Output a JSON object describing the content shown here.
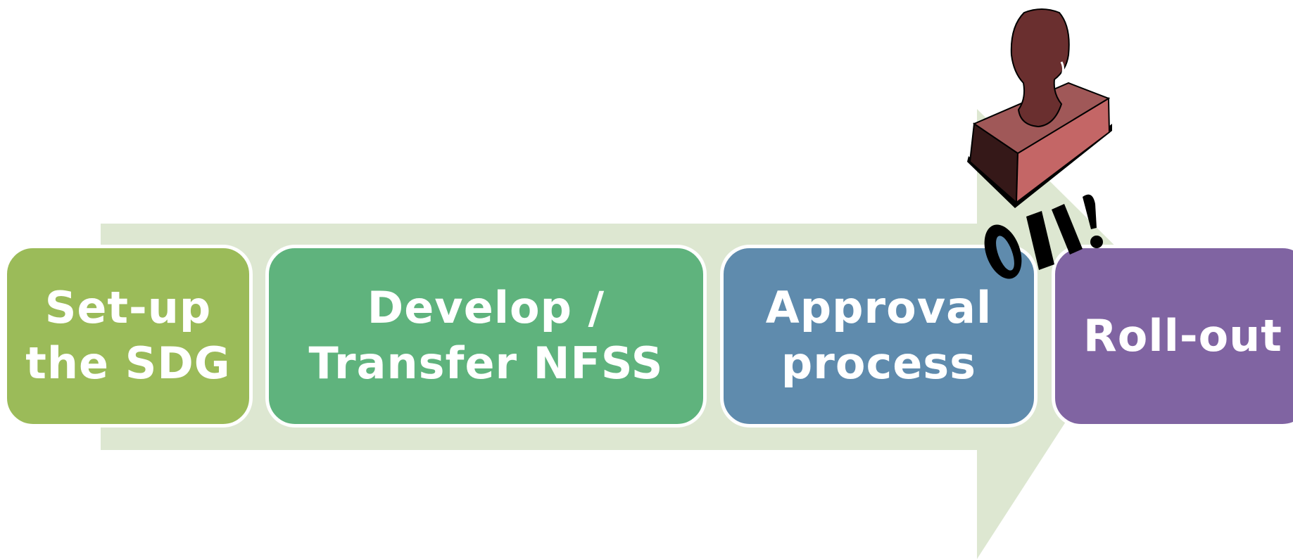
{
  "diagram": {
    "type": "process-chevron",
    "arrow_color": "#dde7d1",
    "steps": [
      {
        "label": "Set-up the SDG",
        "lines": [
          "Set-up",
          "the SDG"
        ],
        "color": "#9bbb59"
      },
      {
        "label": "Develop / Transfer NFSS",
        "lines": [
          "Develop /",
          "Transfer NFSS"
        ],
        "color": "#5fb37d"
      },
      {
        "label": "Approval process",
        "lines": [
          "Approval",
          "process"
        ],
        "color": "#5f8bad"
      },
      {
        "label": "Roll-out",
        "lines": [
          "Roll-out"
        ],
        "color": "#8064a2"
      }
    ],
    "stamp": {
      "icon": "rubber-stamp-icon",
      "handle_color": "#6a2f2f",
      "block_top_color": "#a05858",
      "block_side_color": "#c46666",
      "block_dark_color": "#351818"
    }
  }
}
